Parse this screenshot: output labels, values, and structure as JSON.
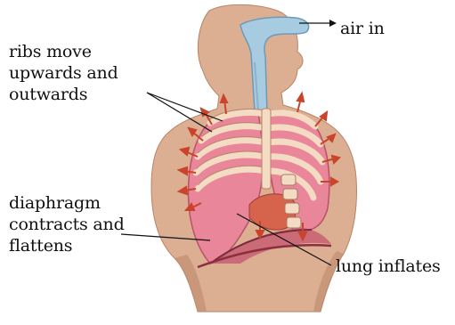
{
  "labels": {
    "air_in": "air in",
    "ribs": [
      "ribs move",
      "upwards and",
      "outwards"
    ],
    "diaphragm": [
      "diaphragm",
      "contracts and",
      "flattens"
    ],
    "lung": "lung inflates"
  },
  "colors": {
    "skin": "#dcae92",
    "skin_shadow": "#c08d70",
    "airway": "#a7cbe0",
    "ribs": "#f4dcc4",
    "lung": "#e9869a",
    "lung_dark": "#c75a70",
    "arrow": "#c9442a"
  }
}
